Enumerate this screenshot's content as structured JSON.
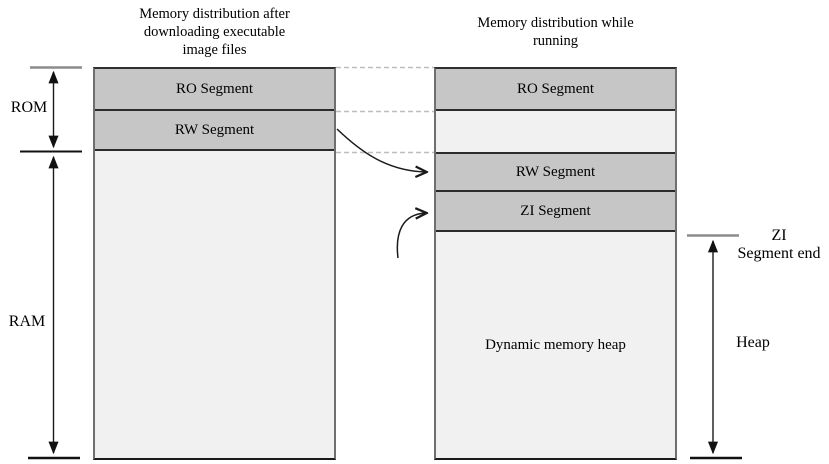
{
  "left_panel": {
    "title_lines": [
      "Memory distribution after",
      "downloading executable",
      "image files"
    ],
    "segments": [
      {
        "label": "RO Segment"
      },
      {
        "label": "RW Segment"
      },
      {
        "label": ""
      }
    ]
  },
  "right_panel": {
    "title_lines": [
      "Memory distribution while",
      "running"
    ],
    "segments": [
      {
        "label": "RO Segment"
      },
      {
        "label": ""
      },
      {
        "label": "RW Segment"
      },
      {
        "label": "ZI Segment"
      },
      {
        "label": "Dynamic memory heap"
      }
    ]
  },
  "side_labels": {
    "rom": "ROM",
    "ram": "RAM",
    "zi_end_line1": "ZI",
    "zi_end_line2": "Segment end",
    "heap": "Heap"
  },
  "colors": {
    "segment_fill": "#c6c6c6",
    "empty_fill": "#f1f1f1",
    "segment_border": "#2b2b2b",
    "column_side_border": "#6f6f6f",
    "dashed_guide": "#bdbdbd",
    "arrow_stroke": "#1a1a1a",
    "gray_tick": "#8c8c8c",
    "text": "#000000"
  }
}
